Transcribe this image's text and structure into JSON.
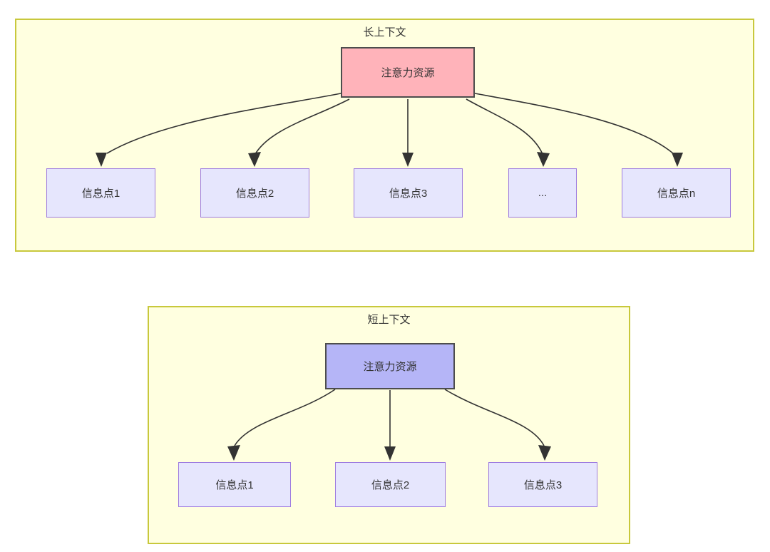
{
  "diagram": {
    "type": "attention-resource-allocation",
    "sections": [
      {
        "id": "long-context",
        "title": "长上下文",
        "root": {
          "label": "注意力资源",
          "fill": "#FFB3BA",
          "stroke": "#4D4D4D"
        },
        "leaves": [
          {
            "label": "信息点1"
          },
          {
            "label": "信息点2"
          },
          {
            "label": "信息点3"
          },
          {
            "label": "..."
          },
          {
            "label": "信息点n"
          }
        ],
        "container_fill": "#FFFFE0",
        "container_stroke": "#C8C83C"
      },
      {
        "id": "short-context",
        "title": "短上下文",
        "root": {
          "label": "注意力资源",
          "fill": "#B5B5F7",
          "stroke": "#4D4D4D"
        },
        "leaves": [
          {
            "label": "信息点1"
          },
          {
            "label": "信息点2"
          },
          {
            "label": "信息点3"
          }
        ],
        "container_fill": "#FFFFE0",
        "container_stroke": "#C8C83C"
      }
    ],
    "leaf_fill": "#E6E6FD",
    "leaf_stroke": "#9E7BE0",
    "edge_color": "#333333",
    "text_color": "#333333"
  }
}
